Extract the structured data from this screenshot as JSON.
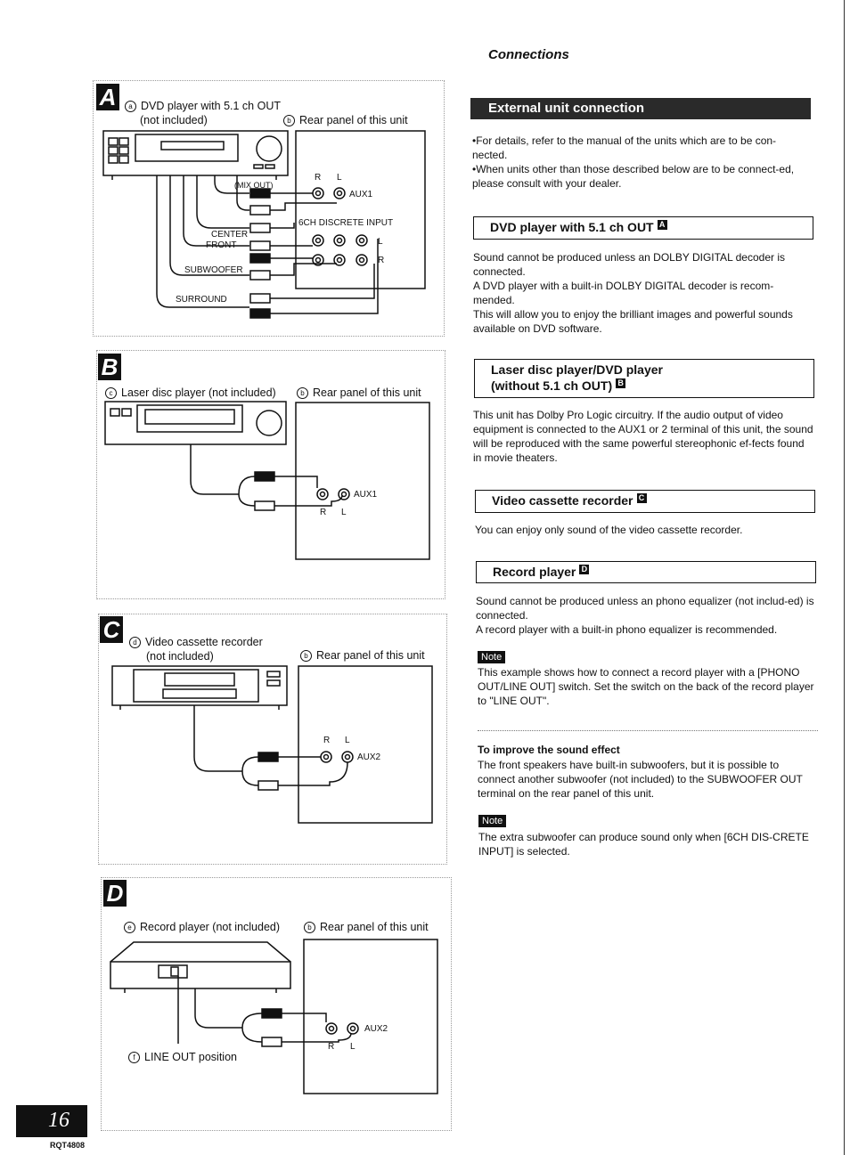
{
  "header": {
    "section_title": "Connections"
  },
  "banner": {
    "title": "External unit connection"
  },
  "intro": [
    "•For details, refer to the manual of the units which are to be con-nected.",
    "•When units other than those described below are to be connect-ed, please consult with your dealer."
  ],
  "sections": [
    {
      "heading": "DVD player with 5.1 ch OUT",
      "marker": "A",
      "lines": [
        "Sound cannot be produced unless an DOLBY DIGITAL decoder is connected.",
        "A DVD player with a built-in DOLBY DIGITAL decoder is recom-mended.",
        "This will allow you to enjoy the brilliant images and powerful sounds available on DVD software."
      ]
    },
    {
      "heading": "Laser disc player/DVD player",
      "heading2": "(without 5.1 ch OUT)",
      "marker": "B",
      "lines": [
        "This unit has Dolby Pro Logic circuitry. If the audio output of video equipment is connected to the AUX1 or 2 terminal of this unit, the sound will be reproduced with the same powerful stereophonic ef-fects found in movie theaters."
      ]
    },
    {
      "heading": "Video cassette recorder",
      "marker": "C",
      "lines": [
        "You can enjoy only sound of the video cassette recorder."
      ]
    },
    {
      "heading": "Record player",
      "marker": "D",
      "lines": [
        "Sound cannot be produced unless an phono equalizer (not includ-ed) is connected.",
        "A record player with a built-in phono equalizer is recommended."
      ]
    }
  ],
  "note1": {
    "label": "Note",
    "text": "This example shows how to connect a record player with a [PHONO OUT/LINE OUT] switch. Set the switch on the back of the record player to \"LINE OUT\"."
  },
  "improve": {
    "title": "To improve the sound effect",
    "text": "The front speakers have built-in subwoofers, but it is possible to connect another subwoofer (not included) to the SUBWOOFER OUT terminal on the rear panel of this unit."
  },
  "note2": {
    "label": "Note",
    "text": "The extra subwoofer can produce sound only when [6CH DIS-CRETE INPUT] is selected."
  },
  "diagrams": {
    "A": {
      "badge": "A",
      "device_letter": "a",
      "device_line1": "DVD player with 5.1 ch OUT",
      "device_line2": "(not included)",
      "rear_letter": "b",
      "rear_label": "Rear panel of this unit",
      "mix_out": "(MIX OUT)",
      "aux": "AUX1",
      "six_ch": "6CH DISCRETE INPUT",
      "center": "CENTER",
      "front": "FRONT",
      "subwoofer": "SUBWOOFER",
      "surround": "SURROUND",
      "r": "R",
      "l": "L"
    },
    "B": {
      "badge": "B",
      "device_letter": "c",
      "device_label": "Laser disc player (not included)",
      "rear_letter": "b",
      "rear_label": "Rear panel of this unit",
      "aux": "AUX1",
      "r": "R",
      "l": "L"
    },
    "C": {
      "badge": "C",
      "device_letter": "d",
      "device_line1": "Video cassette recorder",
      "device_line2": "(not included)",
      "rear_letter": "b",
      "rear_label": "Rear panel of this unit",
      "aux": "AUX2",
      "r": "R",
      "l": "L"
    },
    "D": {
      "badge": "D",
      "device_letter": "e",
      "device_label": "Record player (not included)",
      "rear_letter": "b",
      "rear_label": "Rear panel of this unit",
      "aux": "AUX2",
      "line_out_letter": "f",
      "line_out": "LINE OUT position",
      "r": "R",
      "l": "L"
    }
  },
  "footer": {
    "page_number": "16",
    "doc_code": "RQT4808"
  }
}
